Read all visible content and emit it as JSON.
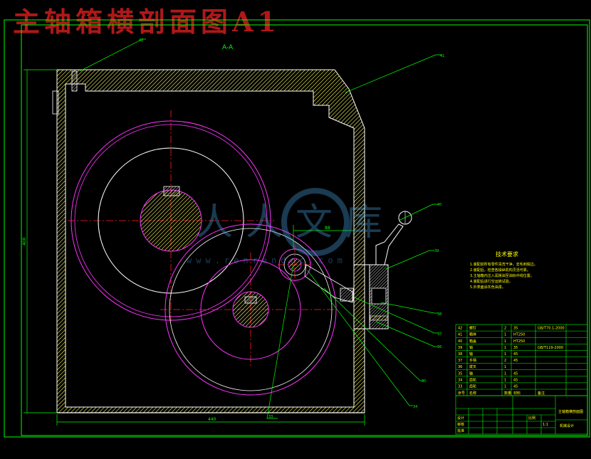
{
  "title": "主轴箱横剖面图A1",
  "section_label": "A-A",
  "watermark": {
    "brand": "人人文库",
    "url": "www.renrendoc.com"
  },
  "tech_requirements": {
    "heading": "技术要求",
    "lines": [
      "1.装配前所有零件清洗干净，去毛刺锐边。",
      "2.装配后，检查各操纵机构灵活可靠。",
      "3.主轴箱内注入润滑油至油标中线位置。",
      "4.装配后进行空运转试验。",
      "5.外表面涂灰色油漆。"
    ]
  },
  "callouts": {
    "c42": "42",
    "c41": "41",
    "c40": "40",
    "c39": "39",
    "c38": "38",
    "c37": "37",
    "c36": "36",
    "c35": "35",
    "c34": "34",
    "c33": "33"
  },
  "dimensions": {
    "height": "400",
    "width": "440",
    "offset": "88"
  },
  "parts_list": {
    "rows": [
      {
        "no": "42",
        "name": "螺钉",
        "qty": "2",
        "material": "35",
        "std": "GB/T70.1-2000"
      },
      {
        "no": "41",
        "name": "箱体",
        "qty": "1",
        "material": "HT250",
        "std": ""
      },
      {
        "no": "40",
        "name": "箱盖",
        "qty": "1",
        "material": "HT250",
        "std": ""
      },
      {
        "no": "39",
        "name": "销",
        "qty": "1",
        "material": "35",
        "std": "GB/T119-2000"
      },
      {
        "no": "38",
        "name": "轴",
        "qty": "1",
        "material": "45",
        "std": ""
      },
      {
        "no": "37",
        "name": "手柄",
        "qty": "2",
        "material": "45",
        "std": ""
      },
      {
        "no": "36",
        "name": "拨叉",
        "qty": "1",
        "material": "",
        "std": ""
      },
      {
        "no": "35",
        "name": "轴",
        "qty": "1",
        "material": "45",
        "std": ""
      },
      {
        "no": "34",
        "name": "齿轮",
        "qty": "1",
        "material": "45",
        "std": ""
      },
      {
        "no": "33",
        "name": "齿轮",
        "qty": "1",
        "material": "45",
        "std": ""
      }
    ],
    "header": {
      "no": "序号",
      "name": "名称",
      "qty": "数量",
      "material": "材料",
      "std": "备注"
    }
  },
  "title_block": {
    "drawing_name": "主轴箱横剖面图",
    "scale": "1:1",
    "sheet_label": "比例",
    "design": "设计",
    "check": "审核",
    "approve": "批准",
    "school": "机械设计"
  },
  "colors": {
    "frame": "#00ff00",
    "outline": "#ffffff",
    "gear": "#ff33ff",
    "center": "#ff2020",
    "hatch": "#ffff00",
    "title": "#b01818",
    "text": "#ffff00"
  }
}
